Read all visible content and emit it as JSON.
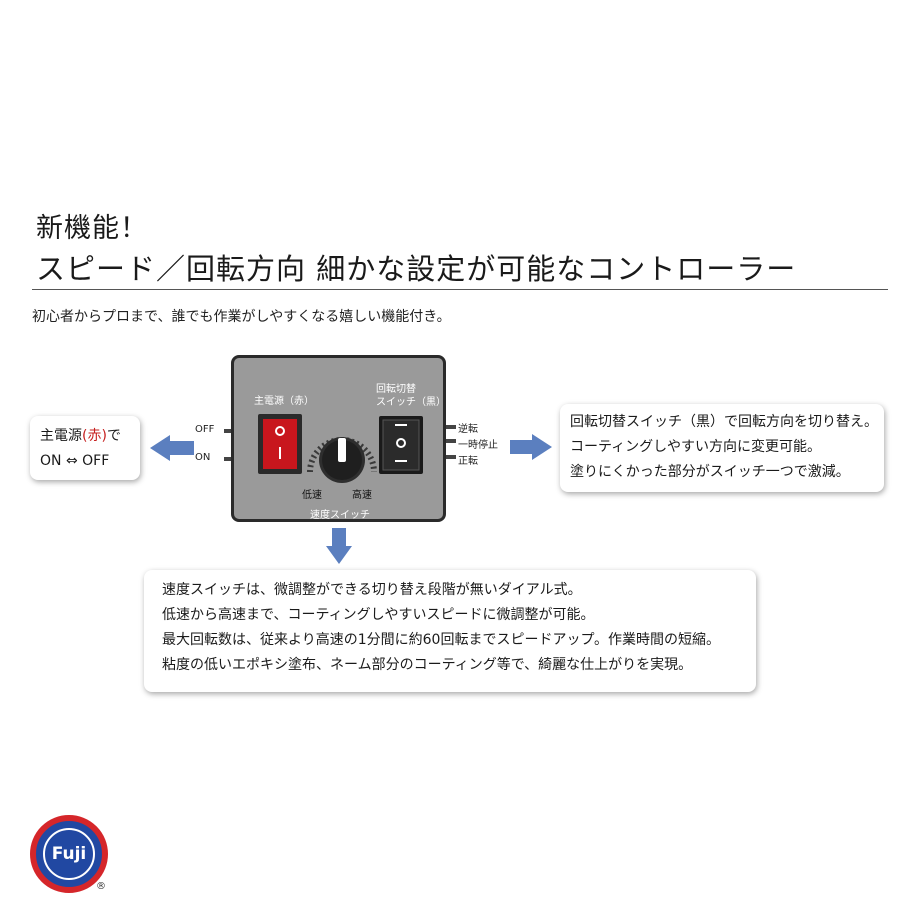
{
  "heading": {
    "line1": "新機能！",
    "line2": "スピード／回転方向 細かな設定が可能なコントローラー"
  },
  "intro": "初心者からプロまで、誰でも作業がしやすくなる嬉しい機能付き。",
  "left_callout": {
    "line1_pre": "主電源",
    "line1_red": "(赤)",
    "line1_post": "で",
    "line2": "ON ⇔ OFF"
  },
  "right_callout": {
    "lines": [
      "回転切替スイッチ（黒）で回転方向を切り替え。",
      "コーティングしやすい方向に変更可能。",
      "塗りにくかった部分がスイッチ一つで激減。"
    ]
  },
  "bottom_callout": {
    "lines": [
      "速度スイッチは、微調整ができる切り替え段階が無いダイアル式。",
      "低速から高速まで、コーティングしやすいスピードに微調整が可能。",
      "最大回転数は、従来より高速の1分間に約60回転までスピードアップ。作業時間の短縮。",
      "粘度の低いエポキシ塗布、ネーム部分のコーティング等で、綺麗な仕上がりを実現。"
    ]
  },
  "panel": {
    "main_power_label": "主電源（赤）",
    "rotation_switch_label_1": "回転切替",
    "rotation_switch_label_2": "スイッチ（黒）",
    "off_label": "OFF",
    "on_label": "ON",
    "reverse_label": "逆転",
    "pause_label": "一時停止",
    "forward_label": "正転",
    "low_label": "低速",
    "high_label": "高速",
    "speed_switch_label": "速度スイッチ"
  },
  "logo": {
    "text": "Fuji",
    "registered": "®"
  },
  "colors": {
    "panel_gray": "#9a9a9a",
    "power_red": "#c8161d",
    "arrow_blue": "#5b7fbf",
    "logo_blue": "#2148a2",
    "logo_red": "#d5262a"
  }
}
